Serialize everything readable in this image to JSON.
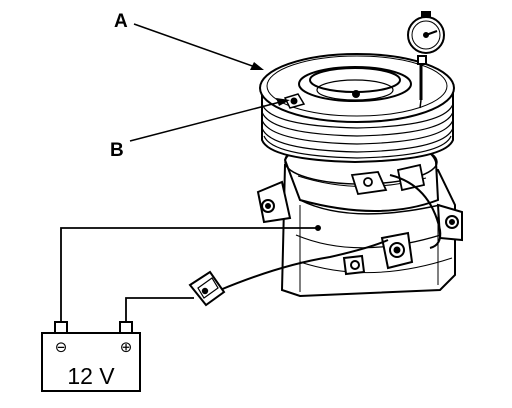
{
  "labels": {
    "callout_a": "A",
    "callout_b": "B"
  },
  "battery": {
    "voltage": "12 V",
    "negative_symbol": "⊖",
    "positive_symbol": "⊕"
  }
}
